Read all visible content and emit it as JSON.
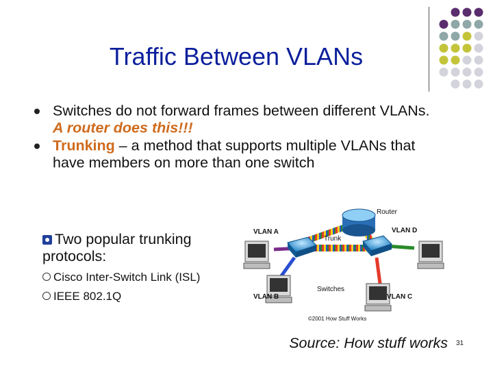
{
  "slide": {
    "title": "Traffic Between VLANs",
    "bullet1_text": "Switches do not forward frames between different VLANs.",
    "bullet1_emph": "A router does this!!!",
    "bullet2_term": "Trunking",
    "bullet2_text": " – a method that supports multiple VLANs that have members on more than one switch",
    "sub_bullet": "Two popular trunking protocols:",
    "protocols": [
      "Cisco Inter-Switch Link (ISL)",
      "IEEE 802.1Q"
    ],
    "source": "Source: How stuff works",
    "page_number": "31"
  },
  "diagram": {
    "labels": {
      "router": "Router",
      "vlan_a": "VLAN A",
      "vlan_b": "VLAN B",
      "vlan_c": "VLAN C",
      "vlan_d": "VLAN D",
      "trunk": "Trunk",
      "switches": "Switches",
      "credit": "©2001 How Stuff Works"
    }
  },
  "colors": {
    "title": "#0b1f9c",
    "accent": "#cf6b1d",
    "dot_purple": "#5a2d6e",
    "dot_teal": "#8fa7a7",
    "dot_olive": "#c4c43a",
    "dot_lightgray": "#d3d3dc"
  }
}
